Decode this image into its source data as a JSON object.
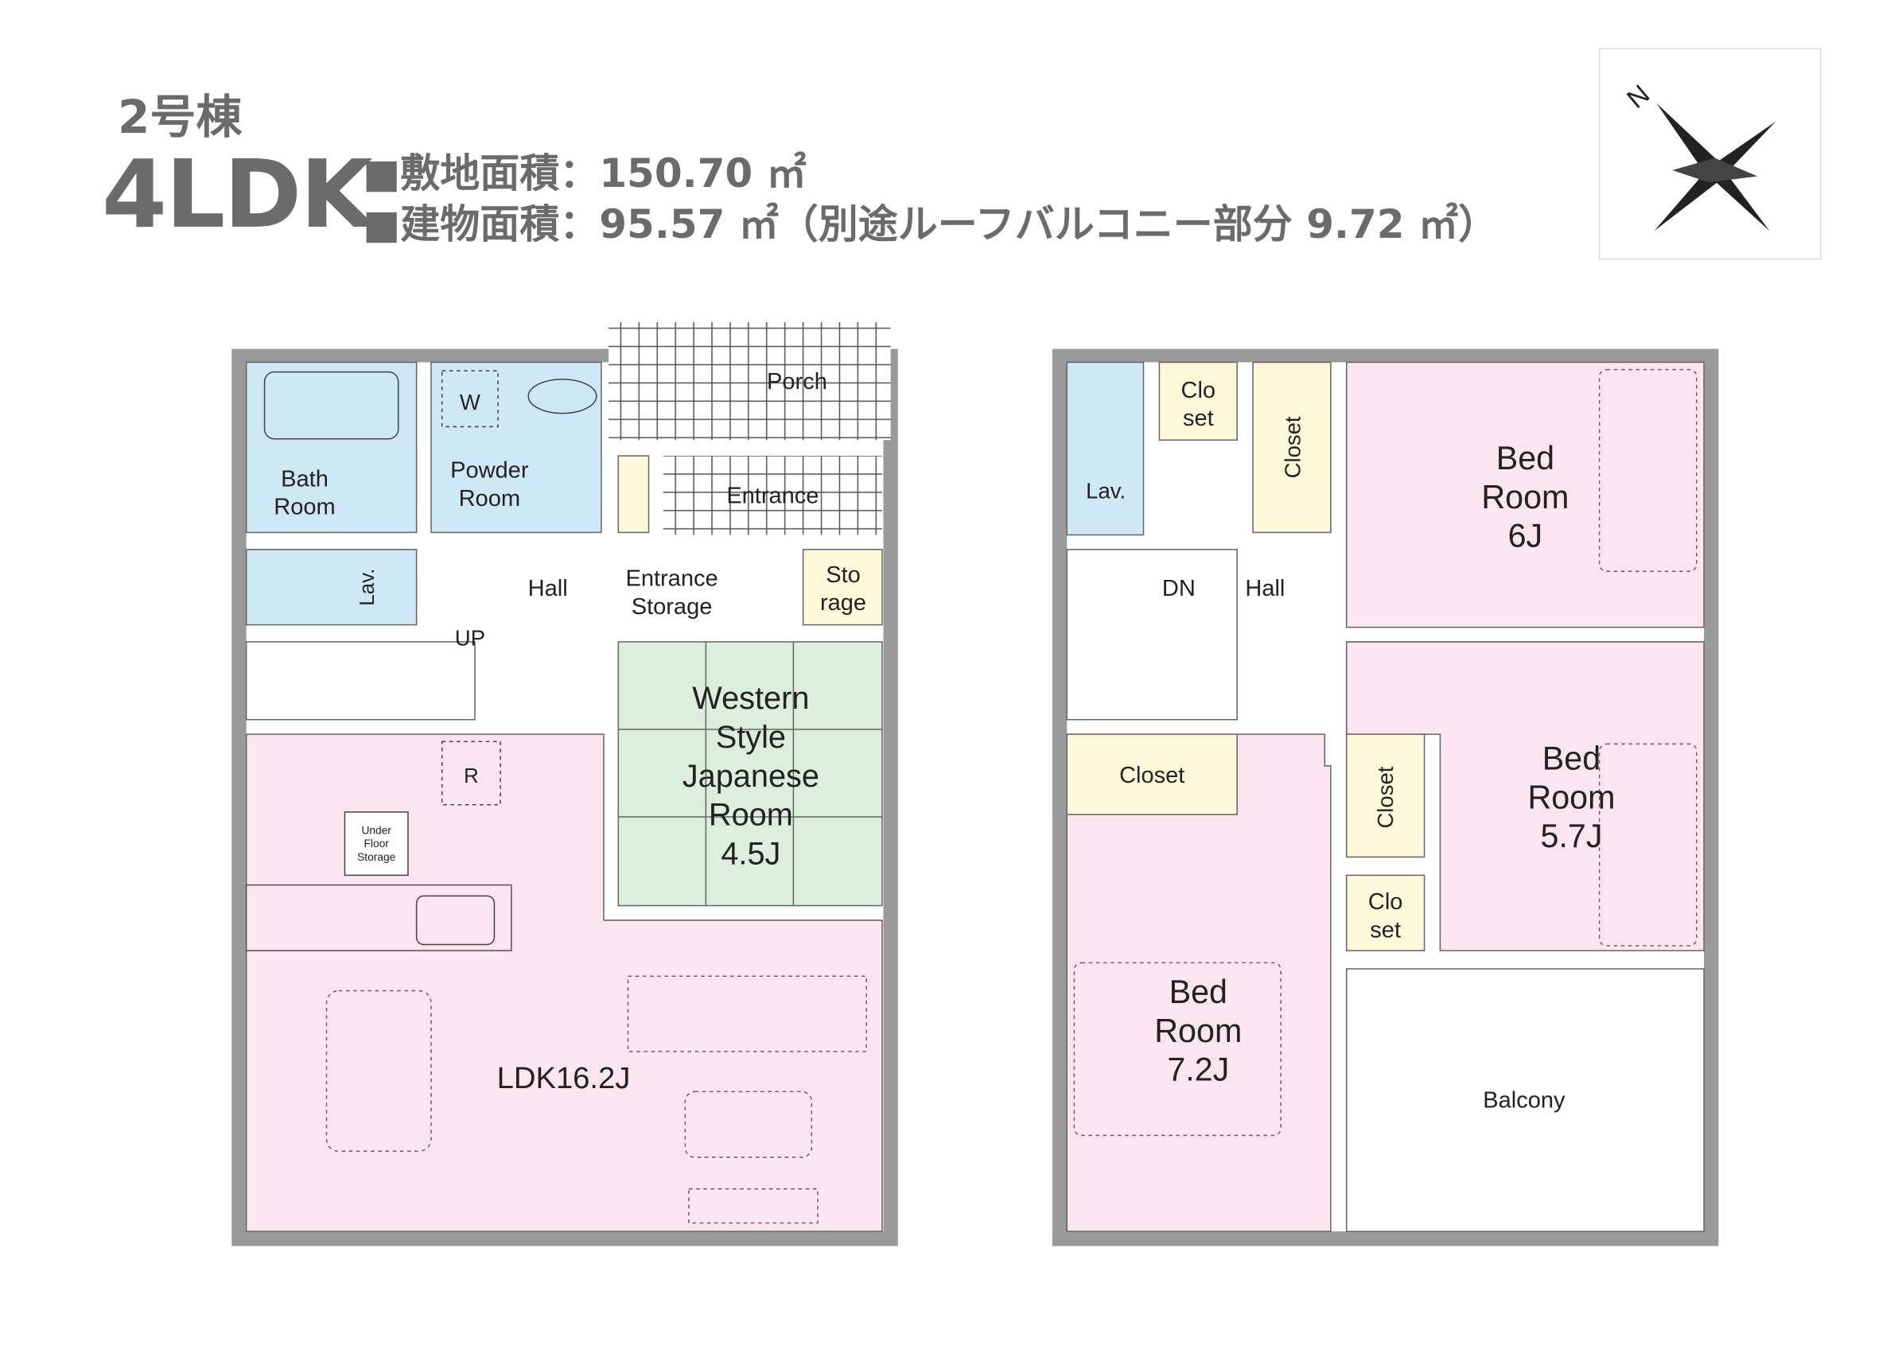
{
  "header": {
    "building": "2号棟",
    "plan_type": "4LDK",
    "site_area": "■敷地面積：150.70 ㎡",
    "floor_area": "■建物面積：95.57 ㎡（別途ルーフバルコニー部分 9.72 ㎡）"
  },
  "compass": {
    "north_label": "N"
  },
  "floor1": {
    "bath": [
      "Bath",
      "Room"
    ],
    "powder": [
      "Powder",
      "Room"
    ],
    "washer": "W",
    "porch": "Porch",
    "entrance": "Entrance",
    "lav": "Lav.",
    "hall": "Hall",
    "entrance_storage": [
      "Entrance",
      "Storage"
    ],
    "storage": [
      "Sto",
      "rage"
    ],
    "up": "UP",
    "japanese": [
      "Western",
      "Style",
      "Japanese",
      "Room",
      "4.5J"
    ],
    "fridge": "R",
    "underfloor": [
      "Under",
      "Floor",
      "Storage"
    ],
    "ldk": "LDK16.2J"
  },
  "floor2": {
    "lav": "Lav.",
    "closet_small1": [
      "Clo",
      "set"
    ],
    "closet_v1": "Closet",
    "bed1": [
      "Bed",
      "Room",
      "6J"
    ],
    "dn": "DN",
    "hall": "Hall",
    "bed2": [
      "Bed",
      "Room",
      "5.7J"
    ],
    "closet_v2": "Closet",
    "closet_small2": [
      "Clo",
      "set"
    ],
    "closet_h": "Closet",
    "bed3": [
      "Bed",
      "Room",
      "7.2J"
    ],
    "balcony": "Balcony"
  },
  "colors": {
    "wall": "#9a9a9a",
    "wet": "#cfe8f5",
    "bed": "#fbe6ef",
    "closet": "#fdf9d8",
    "tatami": "#dcefdc"
  }
}
